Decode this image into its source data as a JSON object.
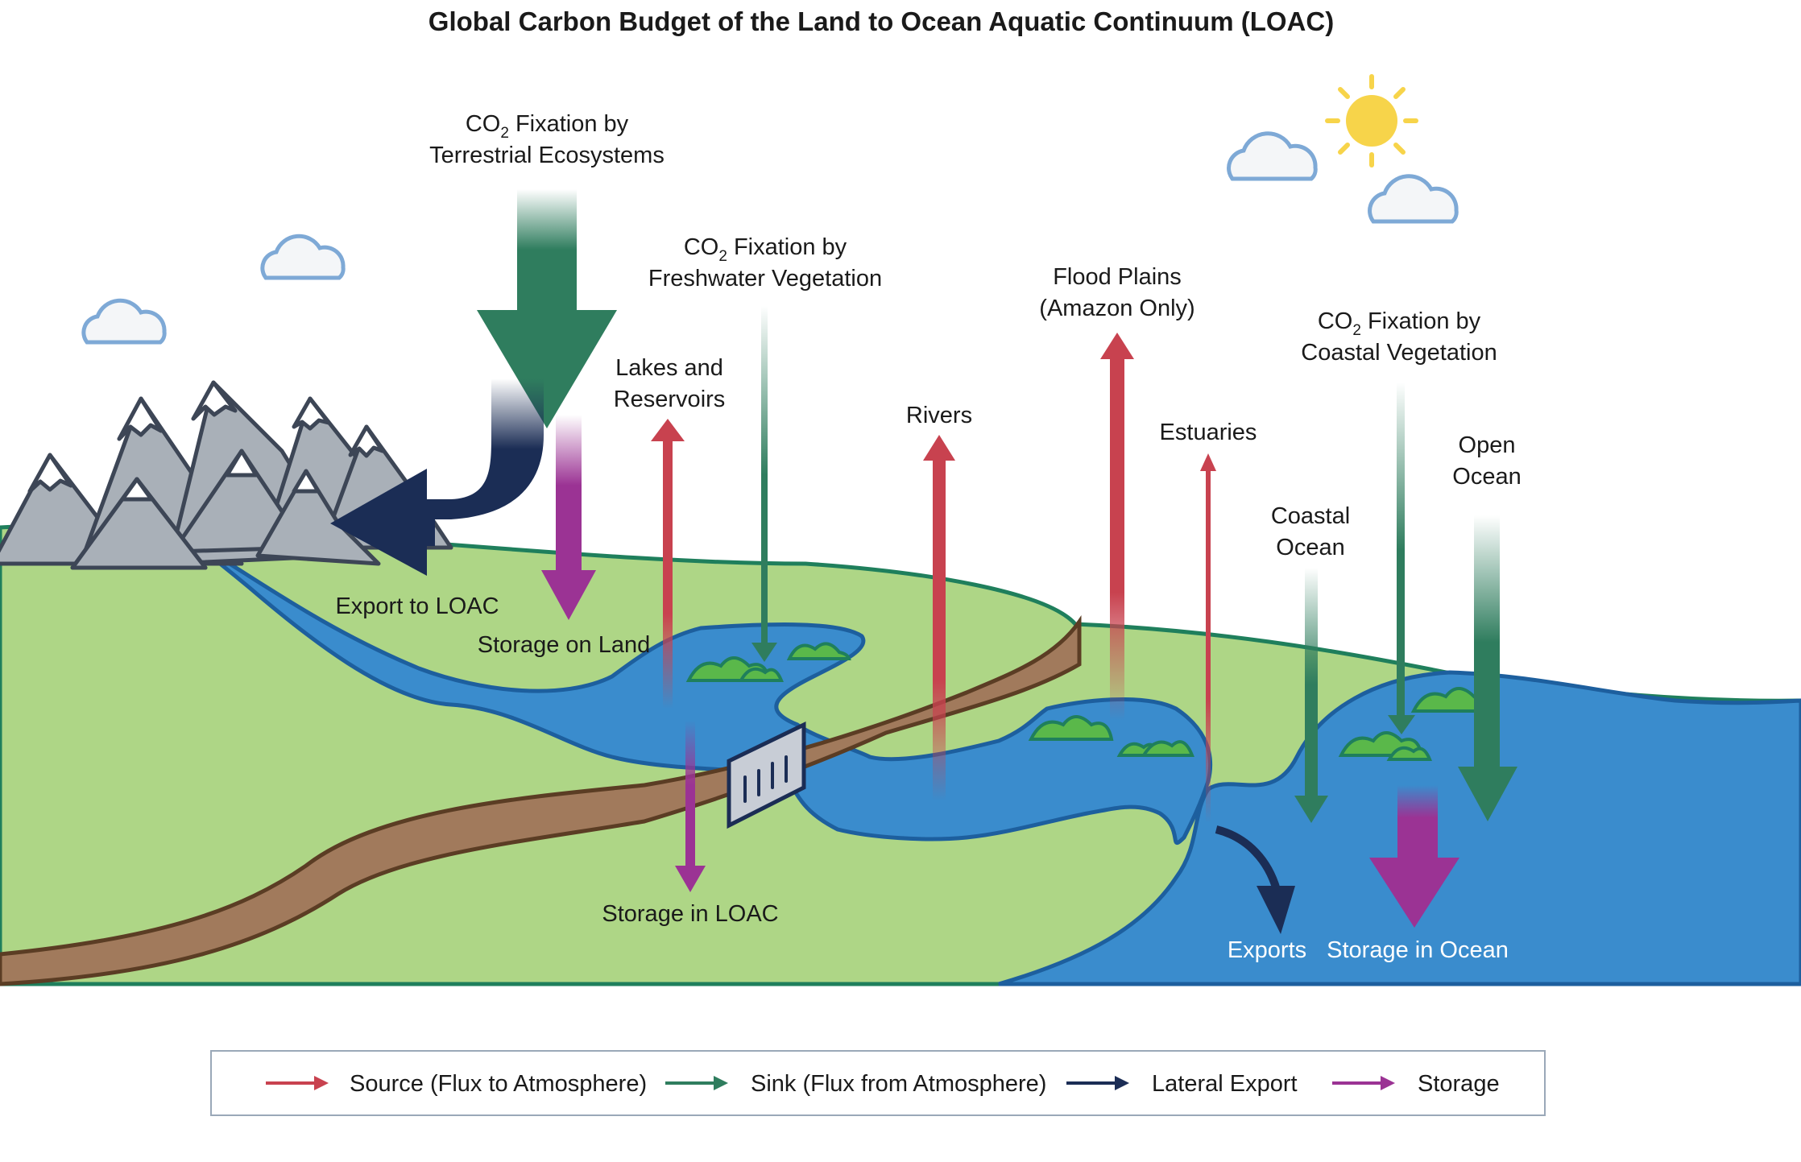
{
  "title": "Global Carbon Budget of the Land to Ocean Aquatic Continuum (LOAC)",
  "labels": {
    "terrestrial": {
      "prefix": "CO",
      "sub": "2",
      "rest": " Fixation by",
      "line2": "Terrestrial Ecosystems"
    },
    "freshwater": {
      "prefix": "CO",
      "sub": "2",
      "rest": " Fixation by",
      "line2": "Freshwater Vegetation"
    },
    "coastal_veg": {
      "prefix": "CO",
      "sub": "2",
      "rest": " Fixation by",
      "line2": "Coastal Vegetation"
    },
    "lakes": {
      "line1": "Lakes and",
      "line2": "Reservoirs"
    },
    "rivers": "Rivers",
    "flood": {
      "line1": "Flood Plains",
      "line2": "(Amazon Only)"
    },
    "estuaries": "Estuaries",
    "coastal_ocean": {
      "line1": "Coastal",
      "line2": "Ocean"
    },
    "open_ocean": {
      "line1": "Open",
      "line2": "Ocean"
    },
    "export_loac": "Export to LOAC",
    "storage_land": "Storage on Land",
    "storage_loac": "Storage in LOAC",
    "exports": "Exports",
    "storage_ocean": "Storage in Ocean"
  },
  "legend": [
    {
      "label": "Source (Flux to Atmosphere)",
      "color": "#c8424f"
    },
    {
      "label": "Sink (Flux from Atmosphere)",
      "color": "#2f7d5e"
    },
    {
      "label": "Lateral Export",
      "color": "#1b2d55"
    },
    {
      "label": "Storage",
      "color": "#9b3394"
    }
  ],
  "colors": {
    "land": "#aed686",
    "water": "#3a8ccd",
    "road": "#a17a5c",
    "mountain": "#a9b0b8",
    "sun": "#f7d44a"
  }
}
